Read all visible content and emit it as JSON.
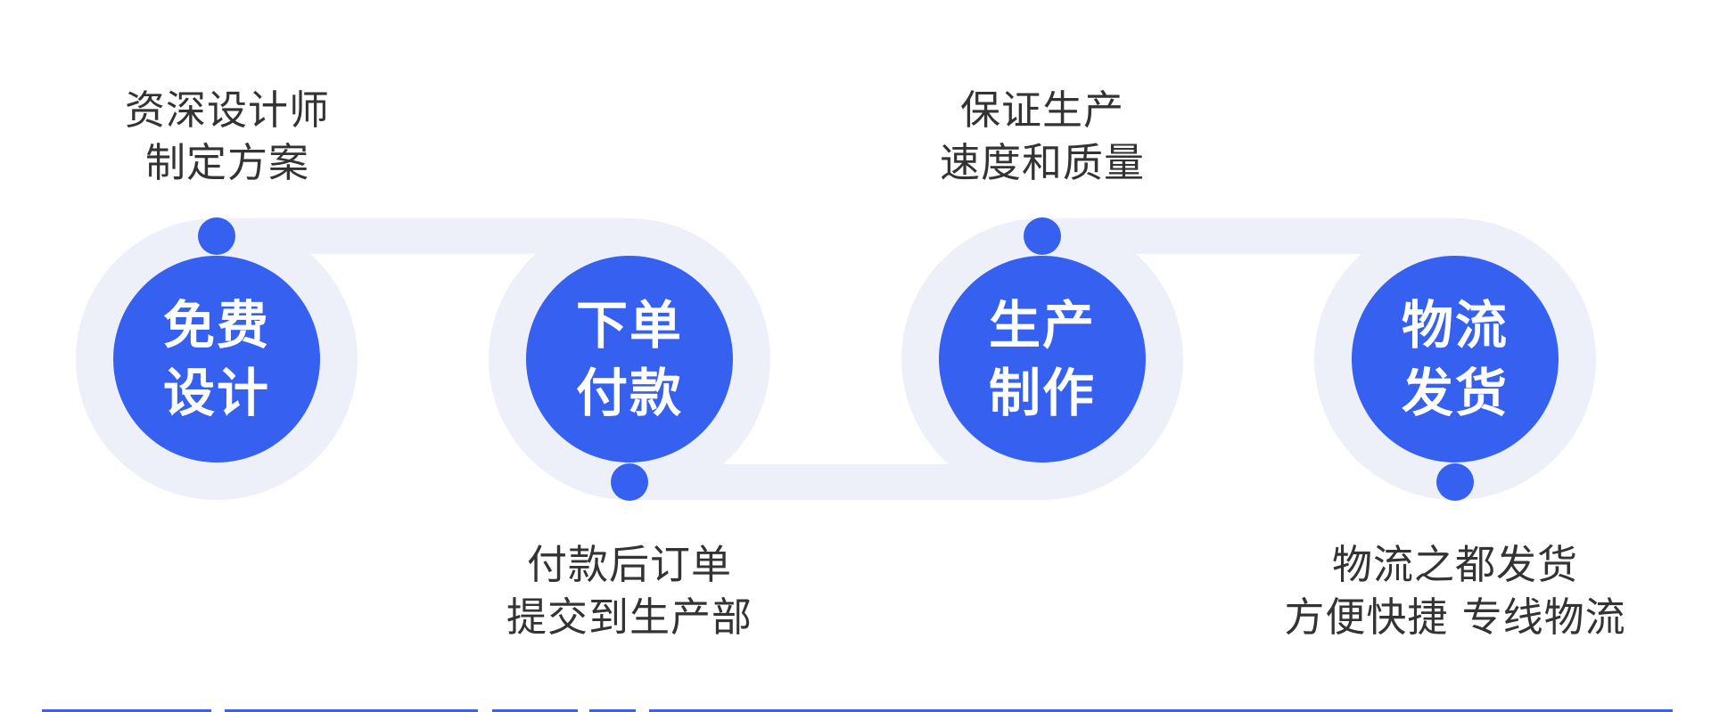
{
  "colors": {
    "accent": "#3560f0",
    "track": "#eef0f9",
    "text": "#333333",
    "footer": "#3a63ea"
  },
  "steps": [
    {
      "title_line1": "免费",
      "title_line2": "设计",
      "caption_line1": "资深设计师",
      "caption_line2": "制定方案",
      "caption_position": "above"
    },
    {
      "title_line1": "下单",
      "title_line2": "付款",
      "caption_line1": "付款后订单",
      "caption_line2": "提交到生产部",
      "caption_position": "below"
    },
    {
      "title_line1": "生产",
      "title_line2": "制作",
      "caption_line1": "保证生产",
      "caption_line2": "速度和质量",
      "caption_position": "above"
    },
    {
      "title_line1": "物流",
      "title_line2": "发货",
      "caption_line1": "物流之都发货",
      "caption_line2": "方便快捷 专线物流",
      "caption_position": "below"
    }
  ]
}
